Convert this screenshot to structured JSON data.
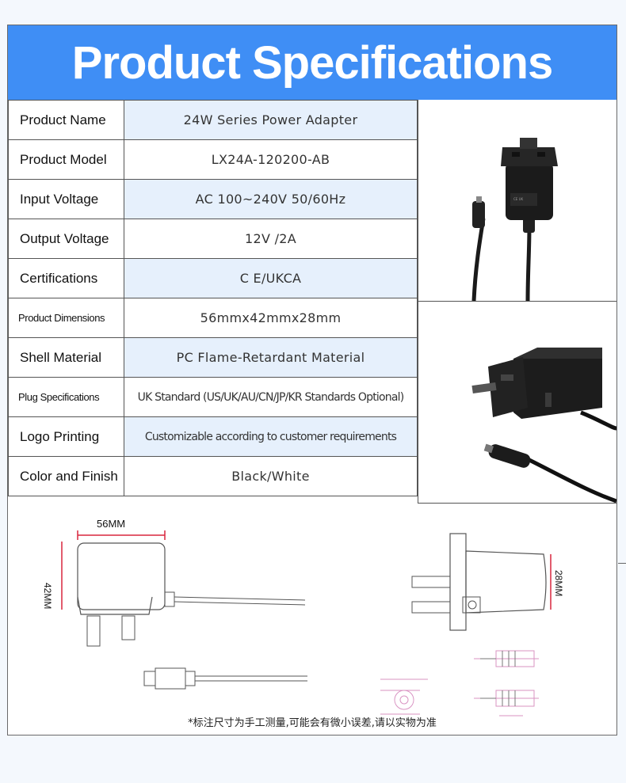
{
  "title": "Product Specifications",
  "specs": [
    {
      "label": "Product Name",
      "value": "24W Series Power Adapter"
    },
    {
      "label": "Product Model",
      "value": "LX24A-120200-AB"
    },
    {
      "label": "Input Voltage",
      "value": "AC 100~240V 50/60Hz"
    },
    {
      "label": "Output Voltage",
      "value": "12V /2A"
    },
    {
      "label": "Certifications",
      "value": "C E/UKCA"
    },
    {
      "label": "Product Dimensions",
      "value": "56mmx42mmx28mm"
    },
    {
      "label": "Shell Material",
      "value": "PC Flame-Retardant Material"
    },
    {
      "label": "Plug Specifications",
      "value": "UK Standard (US/UK/AU/CN/JP/KR Standards Optional)"
    },
    {
      "label": "Logo Printing",
      "value": "Customizable according to customer requirements"
    },
    {
      "label": "Color and Finish",
      "value": "Black/White"
    }
  ],
  "dimensions": {
    "width_label": "56MM",
    "height_label": "42MM",
    "depth_label": "28MM",
    "note": "*标注尺寸为手工测量,可能会有微小误差,请以实物为准"
  },
  "colors": {
    "banner": "#3f8ef5",
    "row_shade": "#e6f0fc",
    "dim_line": "#d9263d"
  }
}
